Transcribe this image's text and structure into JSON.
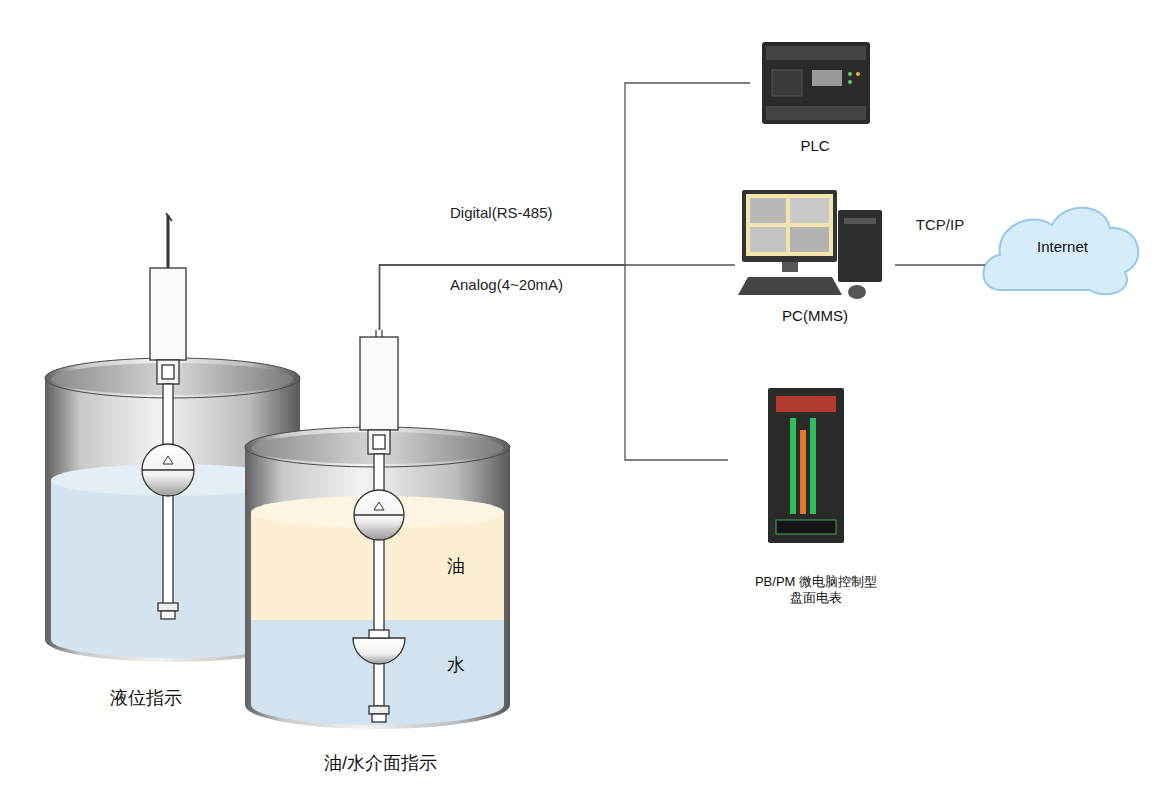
{
  "diagram": {
    "nodes": [
      {
        "text": [
          "液位指示"
        ]
      },
      {
        "text": [
          "油/水介面指示"
        ]
      },
      {
        "text": [
          "油"
        ],
        "in": 1
      },
      {
        "text": [
          "水"
        ],
        "in": 1
      },
      {
        "text": [
          "PLC"
        ]
      },
      {
        "text": [
          "PC(MMS)"
        ]
      },
      {
        "text": [
          "Internet"
        ]
      },
      {
        "text": [
          "PB/PM 微电脑控制型 盘面电表"
        ]
      }
    ],
    "edges": [
      {
        "from": 1,
        "to": 4,
        "arrow": "none"
      },
      {
        "from": 1,
        "to": 5,
        "arrow": "none"
      },
      {
        "from": 1,
        "to": 7,
        "arrow": "none"
      },
      {
        "from": 5,
        "to": 6,
        "label": "TCP/IP",
        "arrow": "none"
      }
    ],
    "labels": [
      "Digital(RS-485)",
      "Analog(4~20mA)"
    ]
  }
}
